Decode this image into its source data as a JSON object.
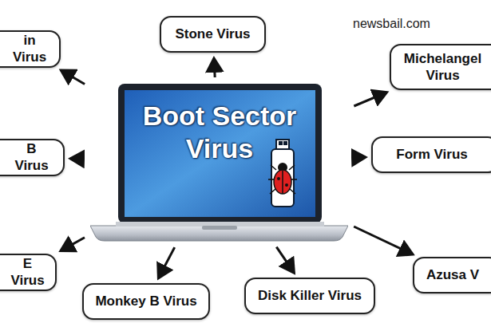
{
  "diagram": {
    "nodes": [
      {
        "text": [
          "Boot Sector Virus"
        ]
      },
      {
        "text": [
          "in Virus"
        ]
      },
      {
        "text": [
          "Stone Virus"
        ]
      },
      {
        "text": [
          "Michelangel Virus"
        ]
      },
      {
        "text": [
          "B Virus"
        ]
      },
      {
        "text": [
          "Form Virus"
        ]
      },
      {
        "text": [
          "E Virus"
        ]
      },
      {
        "text": [
          "Monkey B Virus"
        ]
      },
      {
        "text": [
          "Disk Killer Virus"
        ]
      },
      {
        "text": [
          "Azusa V"
        ]
      }
    ],
    "edges": [
      {
        "from": 0,
        "to": 1,
        "arrow": "to"
      },
      {
        "from": 0,
        "to": 2,
        "arrow": "to"
      },
      {
        "from": 0,
        "to": 3,
        "arrow": "to"
      },
      {
        "from": 0,
        "to": 4,
        "arrow": "to"
      },
      {
        "from": 0,
        "to": 5,
        "arrow": "to"
      },
      {
        "from": 0,
        "to": 6,
        "arrow": "to"
      },
      {
        "from": 0,
        "to": 7,
        "arrow": "to"
      },
      {
        "from": 0,
        "to": 8,
        "arrow": "to"
      },
      {
        "from": 0,
        "to": 9,
        "arrow": "to"
      }
    ],
    "labels": [
      "newsbail.com"
    ]
  }
}
